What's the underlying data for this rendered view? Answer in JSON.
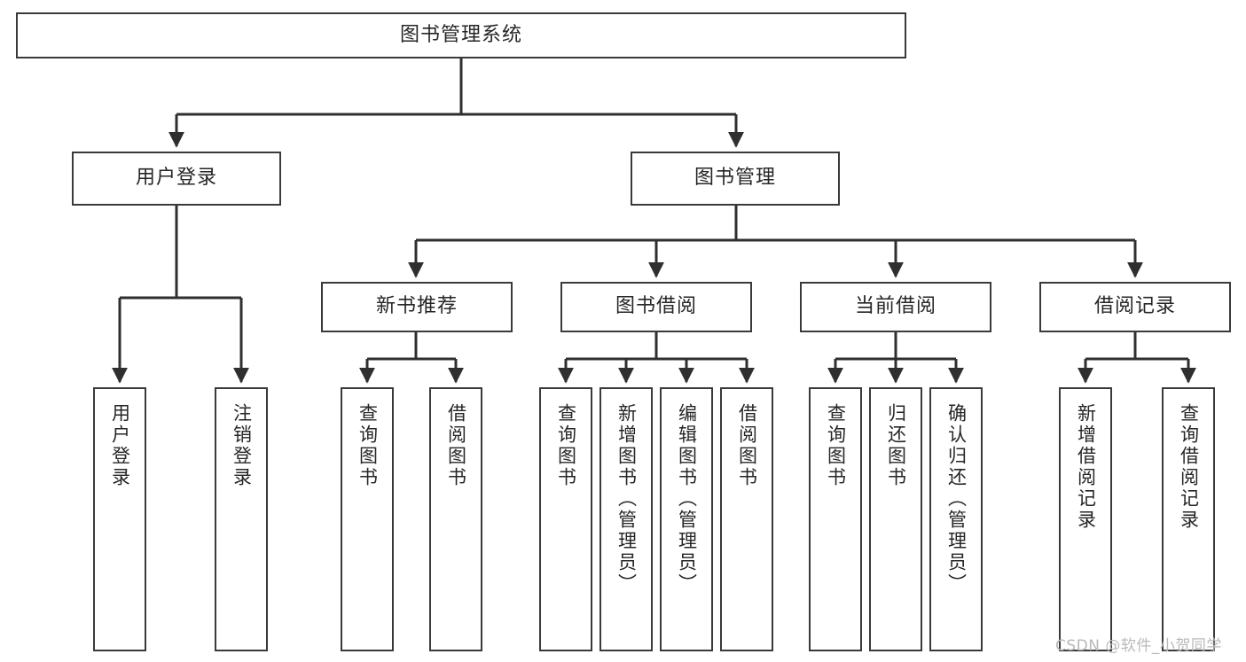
{
  "diagram": {
    "title": "图书管理系统",
    "watermark": "CSDN @软件_小贺同学",
    "colors": {
      "box_border": "#3a3a3a",
      "connector": "#2f2f2f",
      "text": "#262626",
      "background": "#ffffff",
      "watermark": "#b9b9b9"
    },
    "root": {
      "label": "图书管理系统"
    },
    "level2": [
      {
        "label": "用户登录"
      },
      {
        "label": "图书管理"
      }
    ],
    "level3": [
      {
        "label": "新书推荐"
      },
      {
        "label": "图书借阅"
      },
      {
        "label": "当前借阅"
      },
      {
        "label": "借阅记录"
      }
    ],
    "leaves": {
      "user_login": [
        {
          "label": "用户登录"
        },
        {
          "label": "注销登录"
        }
      ],
      "new_book_recommend": [
        {
          "label": "查询图书"
        },
        {
          "label": "借阅图书"
        }
      ],
      "book_borrow": [
        {
          "label": "查询图书"
        },
        {
          "label": "新增图书（管理员）"
        },
        {
          "label": "编辑图书（管理员）"
        },
        {
          "label": "借阅图书"
        }
      ],
      "current_borrow": [
        {
          "label": "查询图书"
        },
        {
          "label": "归还图书"
        },
        {
          "label": "确认归还（管理员）"
        }
      ],
      "borrow_record": [
        {
          "label": "新增借阅记录"
        },
        {
          "label": "查询借阅记录"
        }
      ]
    }
  }
}
